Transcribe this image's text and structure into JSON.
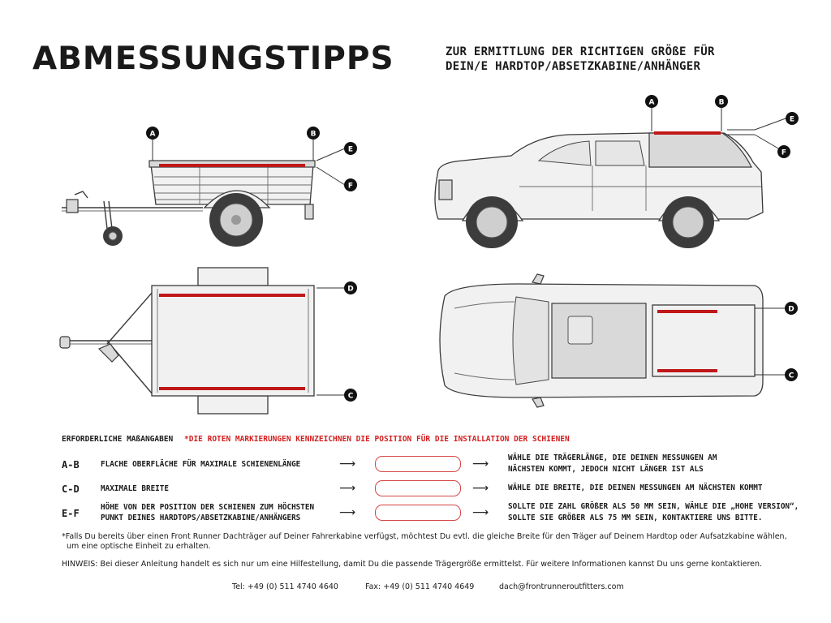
{
  "header": {
    "title": "ABMESSUNGSTIPPS",
    "subtitle_line1": "ZUR ERMITTLUNG DER RICHTIGEN GRÖßE FÜR",
    "subtitle_line2": "DEIN/E HARDTOP/ABSETZKABINE/ANHÄNGER"
  },
  "markers": {
    "a": "A",
    "b": "B",
    "c": "C",
    "d": "D",
    "e": "E",
    "f": "F"
  },
  "colors": {
    "rail_marker": "#c01818",
    "note_red": "#d42020"
  },
  "measurements": {
    "heading": "ERFORDERLICHE MAßANGABEN",
    "red_note": "*DIE ROTEN MARKIERUNGEN KENNZEICHNEN DIE POSITION FÜR DIE INSTALLATION DER SCHIENEN",
    "rows": [
      {
        "code": "A-B",
        "desc_line1": "FLACHE OBERFLÄCHE FÜR MAXIMALE SCHIENENLÄNGE",
        "desc_line2": "",
        "result_line1": "WÄHLE DIE TRÄGERLÄNGE, DIE DEINEN MESSUNGEN AM",
        "result_line2": "NÄCHSTEN KOMMT, JEDOCH NICHT LÄNGER IST ALS",
        "input_value": ""
      },
      {
        "code": "C-D",
        "desc_line1": "MAXIMALE BREITE",
        "desc_line2": "",
        "result_line1": "WÄHLE DIE BREITE, DIE DEINEN MESSUNGEN AM NÄCHSTEN KOMMT",
        "result_line2": "",
        "input_value": ""
      },
      {
        "code": "E-F",
        "desc_line1": "HÖHE VON DER POSITION DER SCHIENEN ZUM HÖCHSTEN",
        "desc_line2": "PUNKT DEINES HARDTOPS/ABSETZKABINE/ANHÄNGERS",
        "result_line1": "SOLLTE DIE ZAHL GRÖßER ALS 50 MM SEIN, WÄHLE DIE „HOHE VERSION“,",
        "result_line2": "SOLLTE SIE GRÖßER ALS 75 MM SEIN, KONTAKTIERE UNS BITTE.",
        "input_value": ""
      }
    ]
  },
  "notes": {
    "footnote_line1": "*Falls Du bereits über einen Front Runner Dachträger auf Deiner Fahrerkabine verfügst, möchtest Du evtl. die gleiche Breite für den Träger auf Deinem Hardtop oder Aufsatzkabine wählen,",
    "footnote_line2": "um eine optische Einheit zu erhalten.",
    "hint": "HINWEIS: Bei dieser Anleitung handelt es sich nur um eine Hilfestellung, damit Du die passende Trägergröße ermittelst. Für weitere Informationen kannst Du uns gerne kontaktieren."
  },
  "contact": {
    "tel": "Tel: +49 (0) 511 4740 4640",
    "fax": "Fax: +49 (0) 511 4740 4649",
    "email": "dach@frontrunneroutfitters.com"
  }
}
